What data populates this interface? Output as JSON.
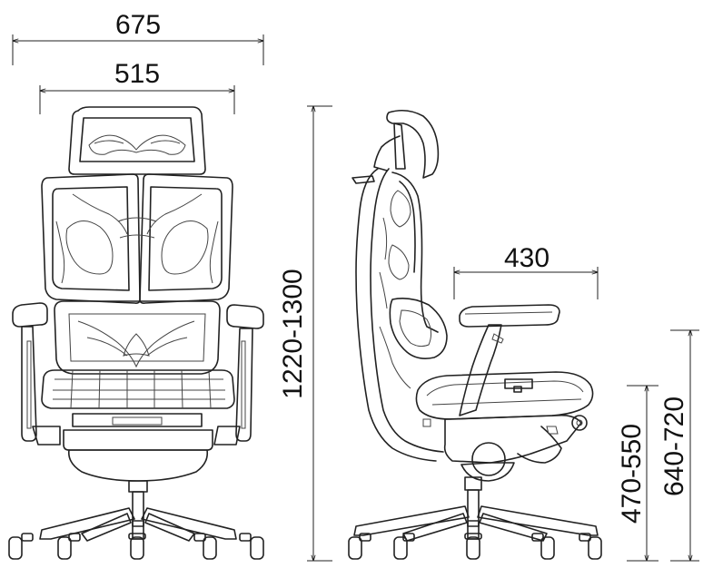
{
  "dimensions": {
    "overall_width": "675",
    "seat_width": "515",
    "overall_height": "1220-1300",
    "seat_depth": "430",
    "seat_height": "470-550",
    "armrest_height": "640-720"
  }
}
